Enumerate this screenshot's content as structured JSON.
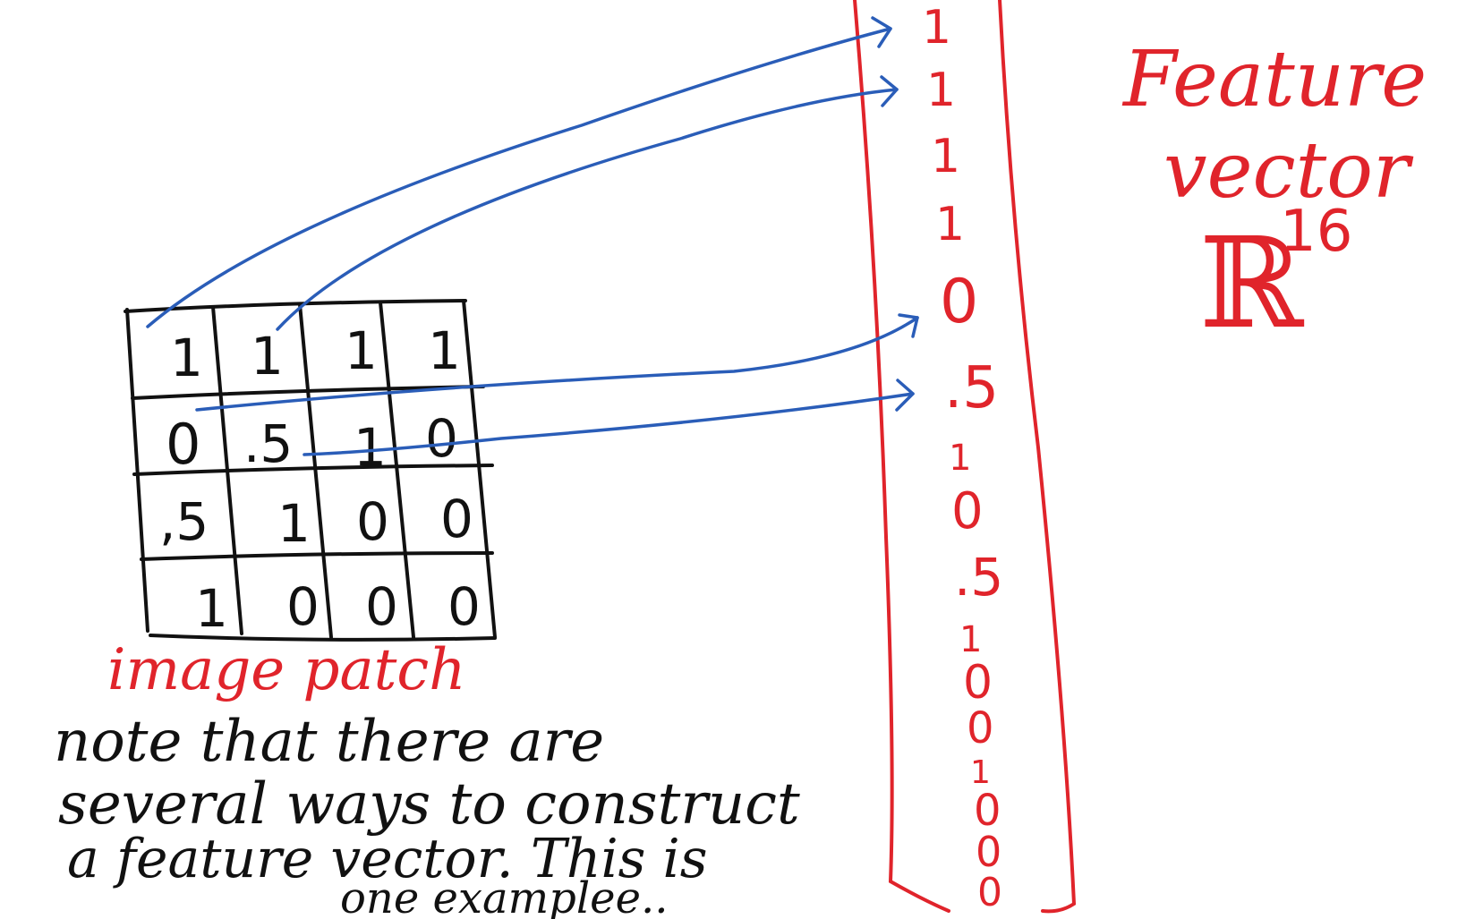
{
  "colors": {
    "black_ink": "#111111",
    "red_ink": "#e0242b",
    "blue_ink": "#2a5db8"
  },
  "patch": {
    "label": "image patch",
    "rows": [
      [
        "1",
        "1",
        "1",
        "1"
      ],
      [
        "0",
        ".5",
        "1",
        "0"
      ],
      [
        ",5",
        "1",
        "0",
        "0"
      ],
      [
        "1",
        "0",
        "0",
        "0"
      ]
    ]
  },
  "vector": {
    "entries": [
      "1",
      "1",
      "1",
      "1",
      "0",
      ".5",
      "1",
      "0",
      ".5",
      "1",
      "0",
      "0",
      "1",
      "0",
      "0",
      "0"
    ]
  },
  "feature_label": {
    "line1": "Feature",
    "line2": "vector",
    "space": "ℝ",
    "exponent": "16"
  },
  "note": {
    "line1": "note that there are",
    "line2": "several ways to construct",
    "line3": "a feature vector. This is",
    "line4": "one examplee.."
  }
}
